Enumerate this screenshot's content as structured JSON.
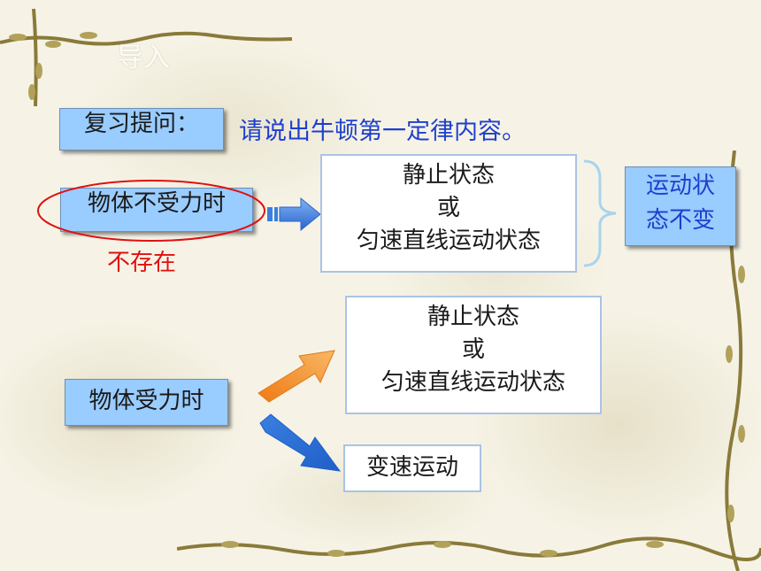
{
  "slide": {
    "title": "导入",
    "review_label": "复习提问：",
    "review_question": "请说出牛顿第一定律内容。",
    "no_force_label": "物体不受力时",
    "no_force_note": "不存在",
    "result_no_force": {
      "line1": "静止状态",
      "line2": "或",
      "line3": "匀速直线运动状态"
    },
    "conclusion": {
      "line1": "运动状",
      "line2": "态不变"
    },
    "force_label": "物体受力时",
    "result_force_a": {
      "line1": "静止状态",
      "line2": "或",
      "line3": "匀速直线运动状态"
    },
    "result_force_b": "变速运动"
  },
  "colors": {
    "label_bg": "#99ccff",
    "arrow_blue": "#3a7fe0",
    "arrow_orange": "#f08a24",
    "highlight_red": "#e01010",
    "brace": "#a9d4ee"
  }
}
